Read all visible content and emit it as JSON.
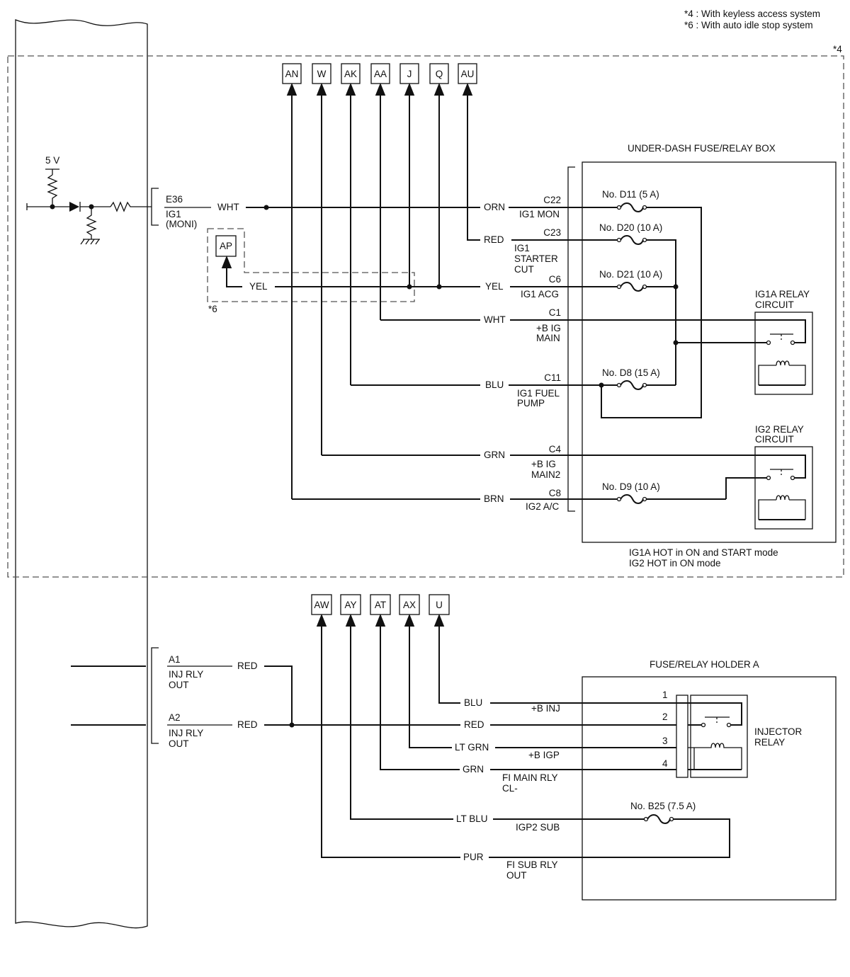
{
  "notes": {
    "n4": "*4 : With keyless access system",
    "n6": "*6 : With auto idle stop system",
    "mark4": "*4",
    "mark6": "*6"
  },
  "module": {
    "voltage": "5 V",
    "e36_pin": "E36",
    "e36_desc1": "IG1",
    "e36_desc2": "(MONI)",
    "e36_wire": "WHT",
    "ap_connector": "AP",
    "ap_wire": "YEL",
    "a1_pin": "A1",
    "a1_desc1": "INJ RLY",
    "a1_desc2": "OUT",
    "a1_wire": "RED",
    "a2_pin": "A2",
    "a2_desc1": "INJ RLY",
    "a2_desc2": "OUT",
    "a2_wire": "RED"
  },
  "connectors_top": [
    "AN",
    "W",
    "AK",
    "AA",
    "J",
    "Q",
    "AU"
  ],
  "connectors_bottom": [
    "AW",
    "AY",
    "AT",
    "AX",
    "U"
  ],
  "under_dash": {
    "title": "UNDER-DASH FUSE/RELAY BOX",
    "footer1": "IG1A HOT in ON and START mode",
    "footer2": "IG2 HOT in ON mode",
    "ig1a_relay1": "IG1A RELAY",
    "ig1a_relay2": "CIRCUIT",
    "ig2_relay1": "IG2 RELAY",
    "ig2_relay2": "CIRCUIT",
    "fuses": {
      "d11": "No. D11 (5 A)",
      "d20": "No. D20 (10 A)",
      "d21": "No. D21 (10 A)",
      "d8": "No. D8 (15 A)",
      "d9": "No. D9 (10 A)"
    },
    "wires": {
      "c22_color": "ORN",
      "c22_pin": "C22",
      "c22_desc": "IG1 MON",
      "c23_color": "RED",
      "c23_pin": "C23",
      "c23_desc1": "IG1",
      "c23_desc2": "STARTER",
      "c23_desc3": "CUT",
      "c6_color": "YEL",
      "c6_pin": "C6",
      "c6_desc": "IG1 ACG",
      "c1_color": "WHT",
      "c1_pin": "C1",
      "c1_desc1": "+B IG",
      "c1_desc2": "MAIN",
      "c11_color": "BLU",
      "c11_pin": "C11",
      "c11_desc1": "IG1 FUEL",
      "c11_desc2": "PUMP",
      "c4_color": "GRN",
      "c4_pin": "C4",
      "c4_desc1": "+B IG",
      "c4_desc2": "MAIN2",
      "c8_color": "BRN",
      "c8_pin": "C8",
      "c8_desc": "IG2 A/C"
    }
  },
  "holder_a": {
    "title": "FUSE/RELAY HOLDER A",
    "relay1": "INJECTOR",
    "relay2": "RELAY",
    "fuse_b25": "No. B25 (7.5 A)",
    "pins": [
      "1",
      "2",
      "3",
      "4"
    ],
    "wires": {
      "blu": "BLU",
      "blu_desc": "+B INJ",
      "red": "RED",
      "ltgrn": "LT GRN",
      "ltgrn_desc": "+B IGP",
      "grn": "GRN",
      "grn_desc1": "FI MAIN RLY",
      "grn_desc2": "CL-",
      "ltblu": "LT BLU",
      "ltblu_desc": "IGP2 SUB",
      "pur": "PUR",
      "pur_desc1": "FI SUB RLY",
      "pur_desc2": "OUT"
    }
  }
}
